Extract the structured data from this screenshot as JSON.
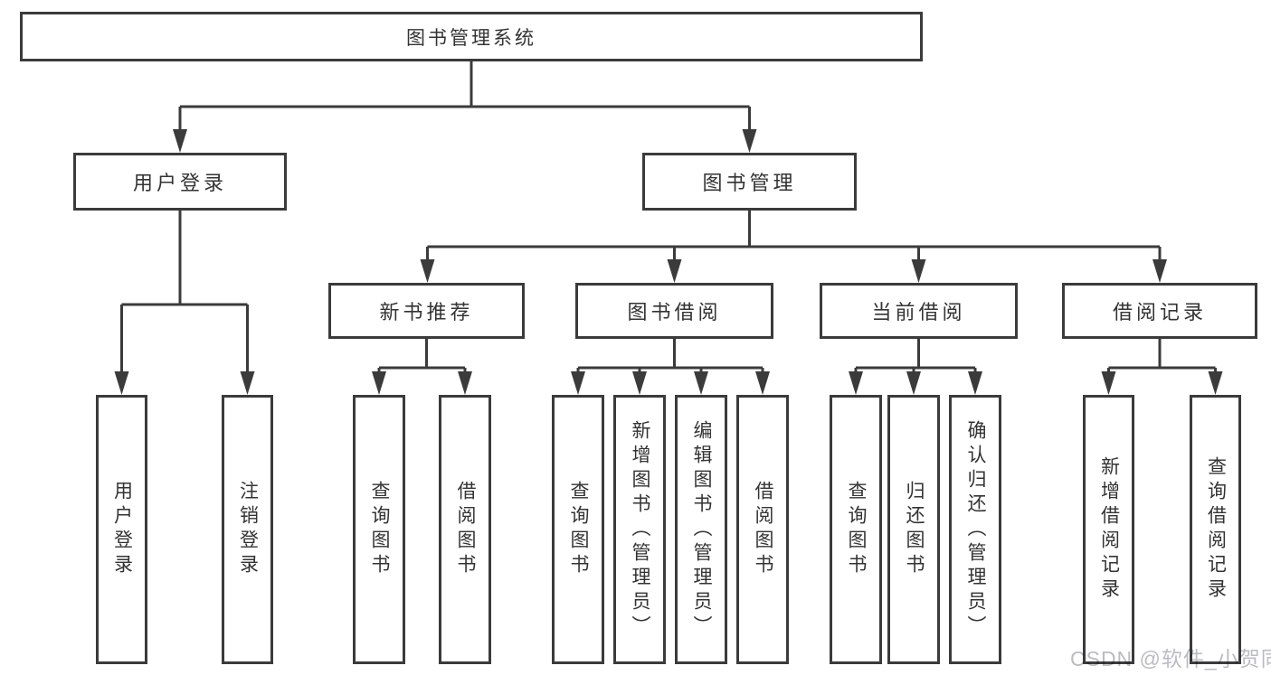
{
  "tree": {
    "root": "图书管理系统",
    "branches": [
      {
        "label": "用户登录",
        "children": [
          "用户登录",
          "注销登录"
        ]
      },
      {
        "label": "图书管理",
        "groups": [
          {
            "label": "新书推荐",
            "children": [
              "查询图书",
              "借阅图书"
            ]
          },
          {
            "label": "图书借阅",
            "children": [
              "查询图书",
              "新增图书（管理员）",
              "编辑图书（管理员）",
              "借阅图书"
            ]
          },
          {
            "label": "当前借阅",
            "children": [
              "查询图书",
              "归还图书",
              "确认归还（管理员）"
            ]
          },
          {
            "label": "借阅记录",
            "children": [
              "新增借阅记录",
              "查询借阅记录"
            ]
          }
        ]
      }
    ]
  },
  "watermark": "CSDN @软件_小贺同学",
  "colors": {
    "line": "#3b3b3b",
    "text": "#333333",
    "watermark": "#b9bcc2",
    "background": "#ffffff"
  }
}
